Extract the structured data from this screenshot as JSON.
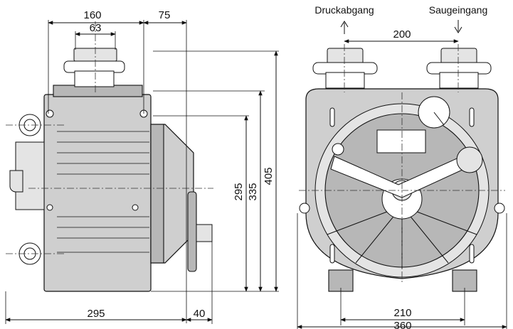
{
  "side_view": {
    "dims": {
      "top_width": "160",
      "flange_width": "63",
      "top_offset": "75",
      "height_inner": "295",
      "height_mid": "335",
      "height_total": "405",
      "base_length": "295",
      "shaft_length": "40"
    }
  },
  "front_view": {
    "labels": {
      "outlet": "Druckabgang",
      "inlet": "Saugeingang"
    },
    "dims": {
      "port_spacing": "200",
      "foot_spacing": "210",
      "overall_width": "360"
    }
  },
  "colors": {
    "line": "#111111",
    "fill": "#cfcfcf",
    "fill_dark": "#b7b7b7",
    "background": "#ffffff"
  }
}
